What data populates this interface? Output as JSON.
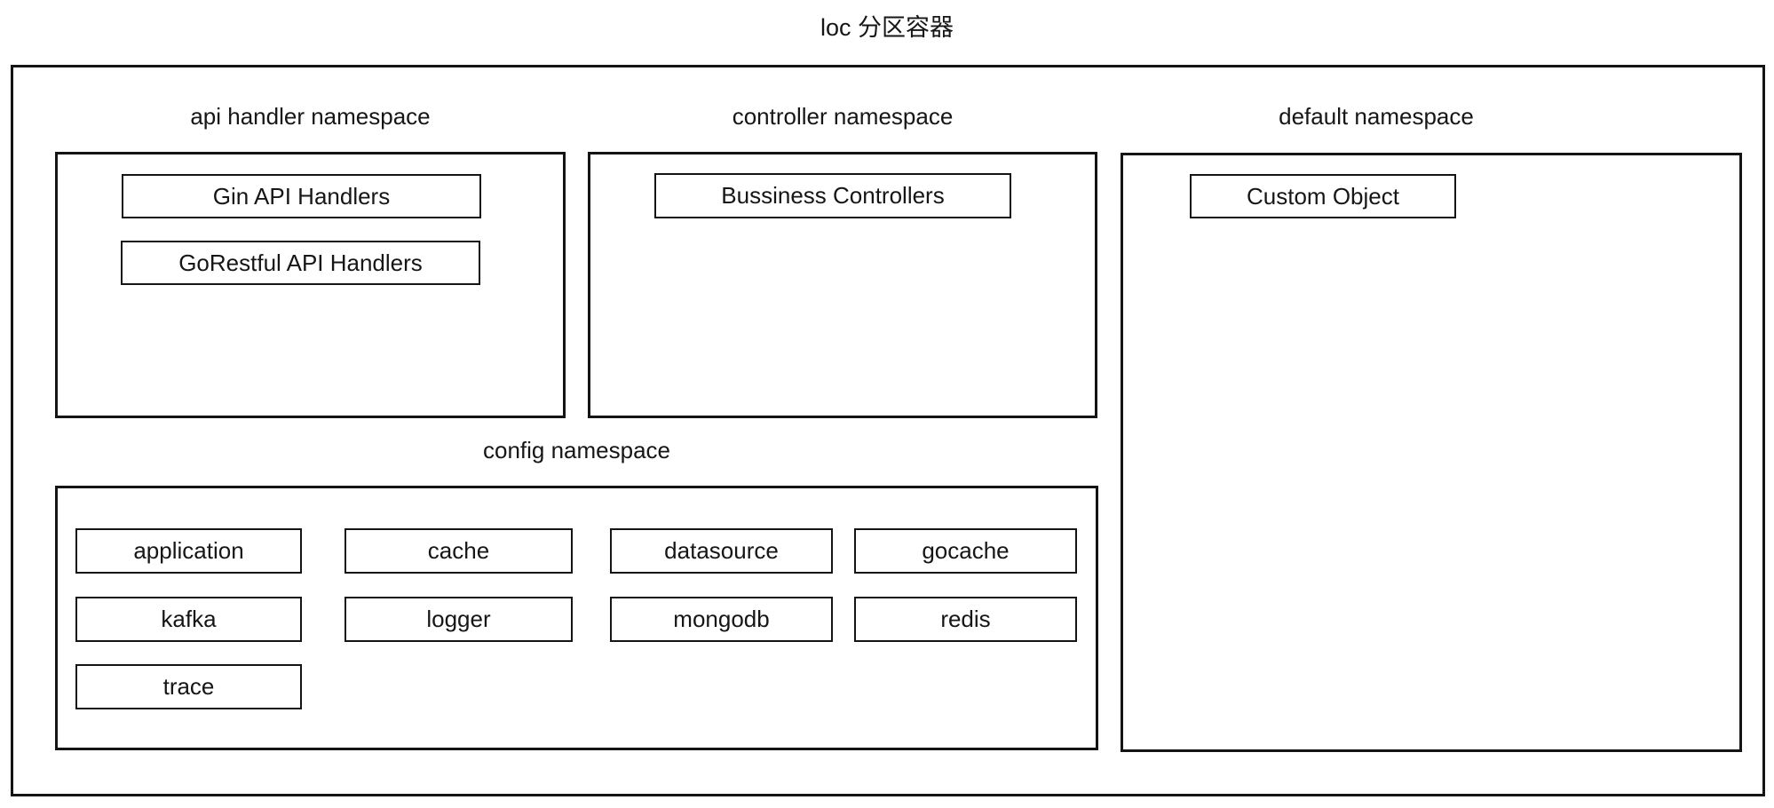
{
  "title": "loc 分区容器",
  "colors": {
    "background": "#ffffff",
    "stroke": "#141414",
    "text": "#161616"
  },
  "diagram": {
    "namespaces": {
      "api_handler": {
        "label": "api handler namespace",
        "items": [
          {
            "label": "Gin API Handlers"
          },
          {
            "label": "GoRestful API Handlers"
          }
        ]
      },
      "controller": {
        "label": "controller namespace",
        "items": [
          {
            "label": "Bussiness Controllers"
          }
        ]
      },
      "default": {
        "label": "default namespace",
        "items": [
          {
            "label": "Custom Object"
          }
        ]
      },
      "config": {
        "label": "config namespace",
        "items": [
          {
            "label": "application"
          },
          {
            "label": "cache"
          },
          {
            "label": "datasource"
          },
          {
            "label": "gocache"
          },
          {
            "label": "kafka"
          },
          {
            "label": "logger"
          },
          {
            "label": "mongodb"
          },
          {
            "label": "redis"
          },
          {
            "label": "trace"
          }
        ]
      }
    }
  }
}
